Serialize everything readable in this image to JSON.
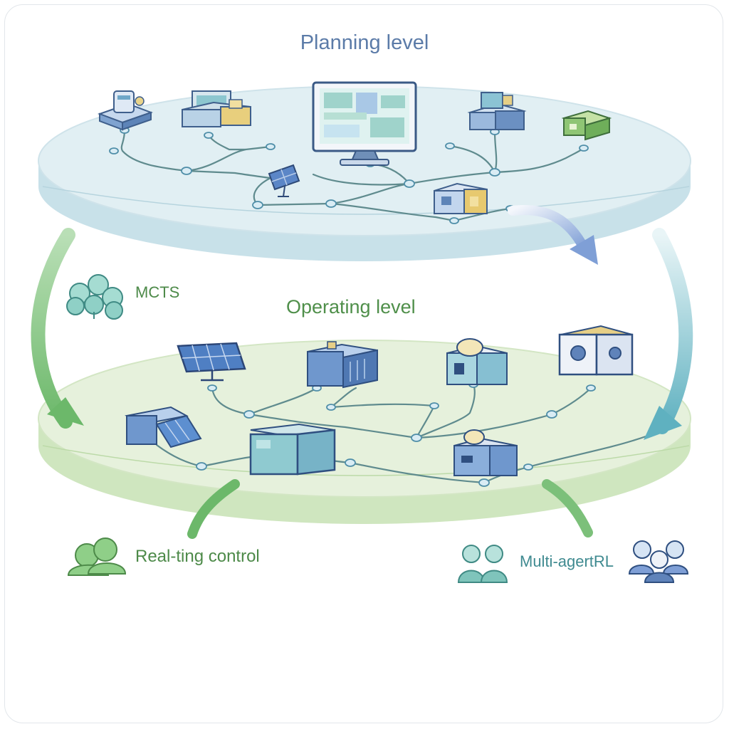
{
  "levels": {
    "planning": "Planning level",
    "operating": "Operating level"
  },
  "methods": {
    "mcts": "MCTS",
    "realtime_control": "Real-ting control",
    "marl": "Multi-agertRL"
  },
  "colors": {
    "planning_disc": "#dcecf1",
    "operating_disc": "#e3efd6",
    "network_line": "#5f8b8e",
    "arrow_green": "#7dbf7a",
    "arrow_teal": "#6fb8c4",
    "arrow_blue": "#8aa6d8",
    "label_blue": "#5b7ba8",
    "label_green": "#4f8f4a"
  }
}
